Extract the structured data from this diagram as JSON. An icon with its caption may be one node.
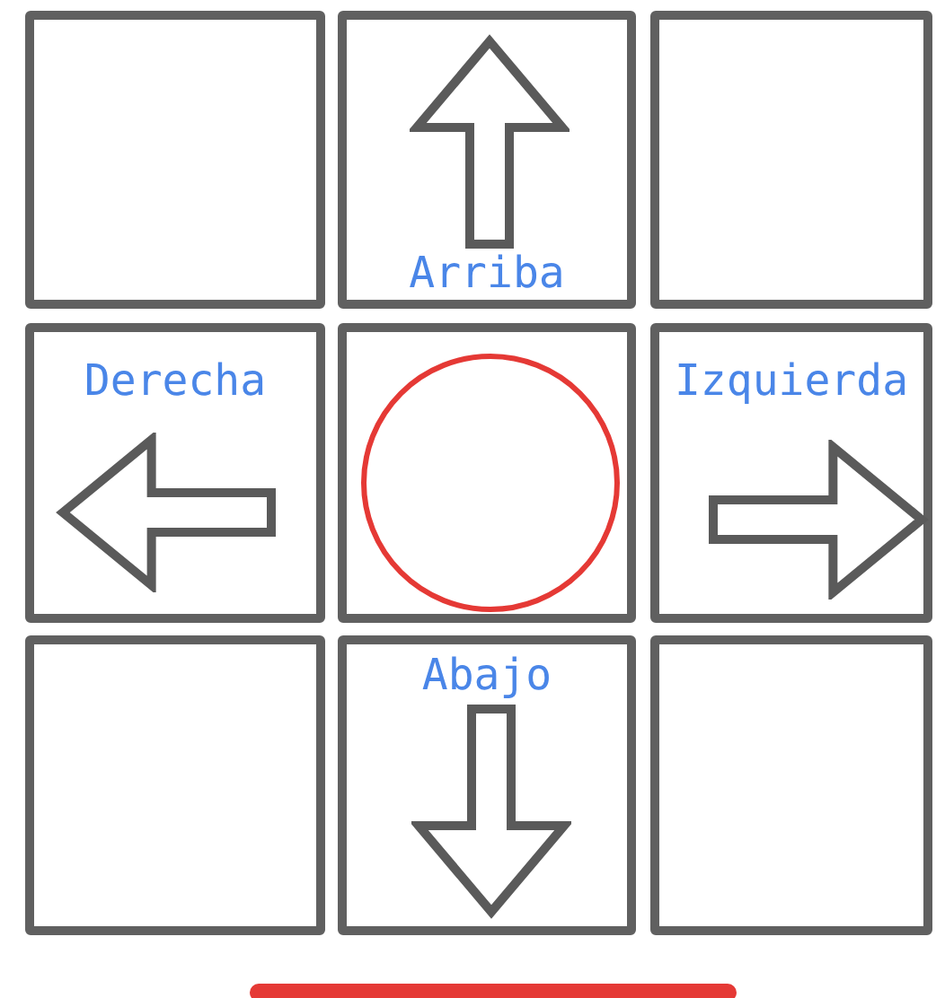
{
  "diagram": {
    "nodes": [
      {
        "text": [],
        "shape": "box"
      },
      {
        "text": [
          "Arriba"
        ]
      },
      {
        "text": [],
        "shape": "box"
      },
      {
        "text": [
          "Derecha"
        ]
      },
      {
        "text": [],
        "shape": "box"
      },
      {
        "text": [],
        "shape": "circle",
        "in": 4
      },
      {
        "text": [
          "Izquierda"
        ]
      },
      {
        "text": [],
        "shape": "box"
      },
      {
        "text": [
          "Abajo"
        ]
      },
      {
        "text": [],
        "shape": "box"
      }
    ]
  }
}
